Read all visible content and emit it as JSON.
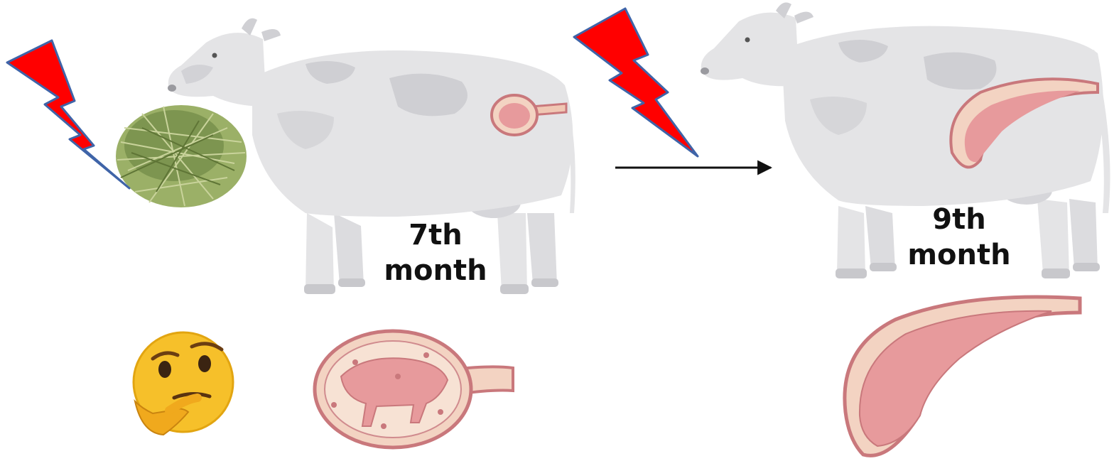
{
  "stages": [
    {
      "line1": "7th",
      "line2": "month"
    },
    {
      "line1": "9th",
      "line2": "month"
    }
  ],
  "colors": {
    "lightning": "#ff0000",
    "lightning_outline": "#3f64a8",
    "cow_body": "#e4e4e6",
    "cow_patch": "#cfcfd3",
    "uterus_wall": "#c9787c",
    "fetus": "#e79a9c",
    "hay": "#8aa15a",
    "arrow": "#111111"
  },
  "icons": [
    "lightning-bolt-icon",
    "hay-bale-icon",
    "thinking-face-emoji-icon",
    "cow-icon",
    "uterus-fetus-icon",
    "arrow-right-icon"
  ]
}
